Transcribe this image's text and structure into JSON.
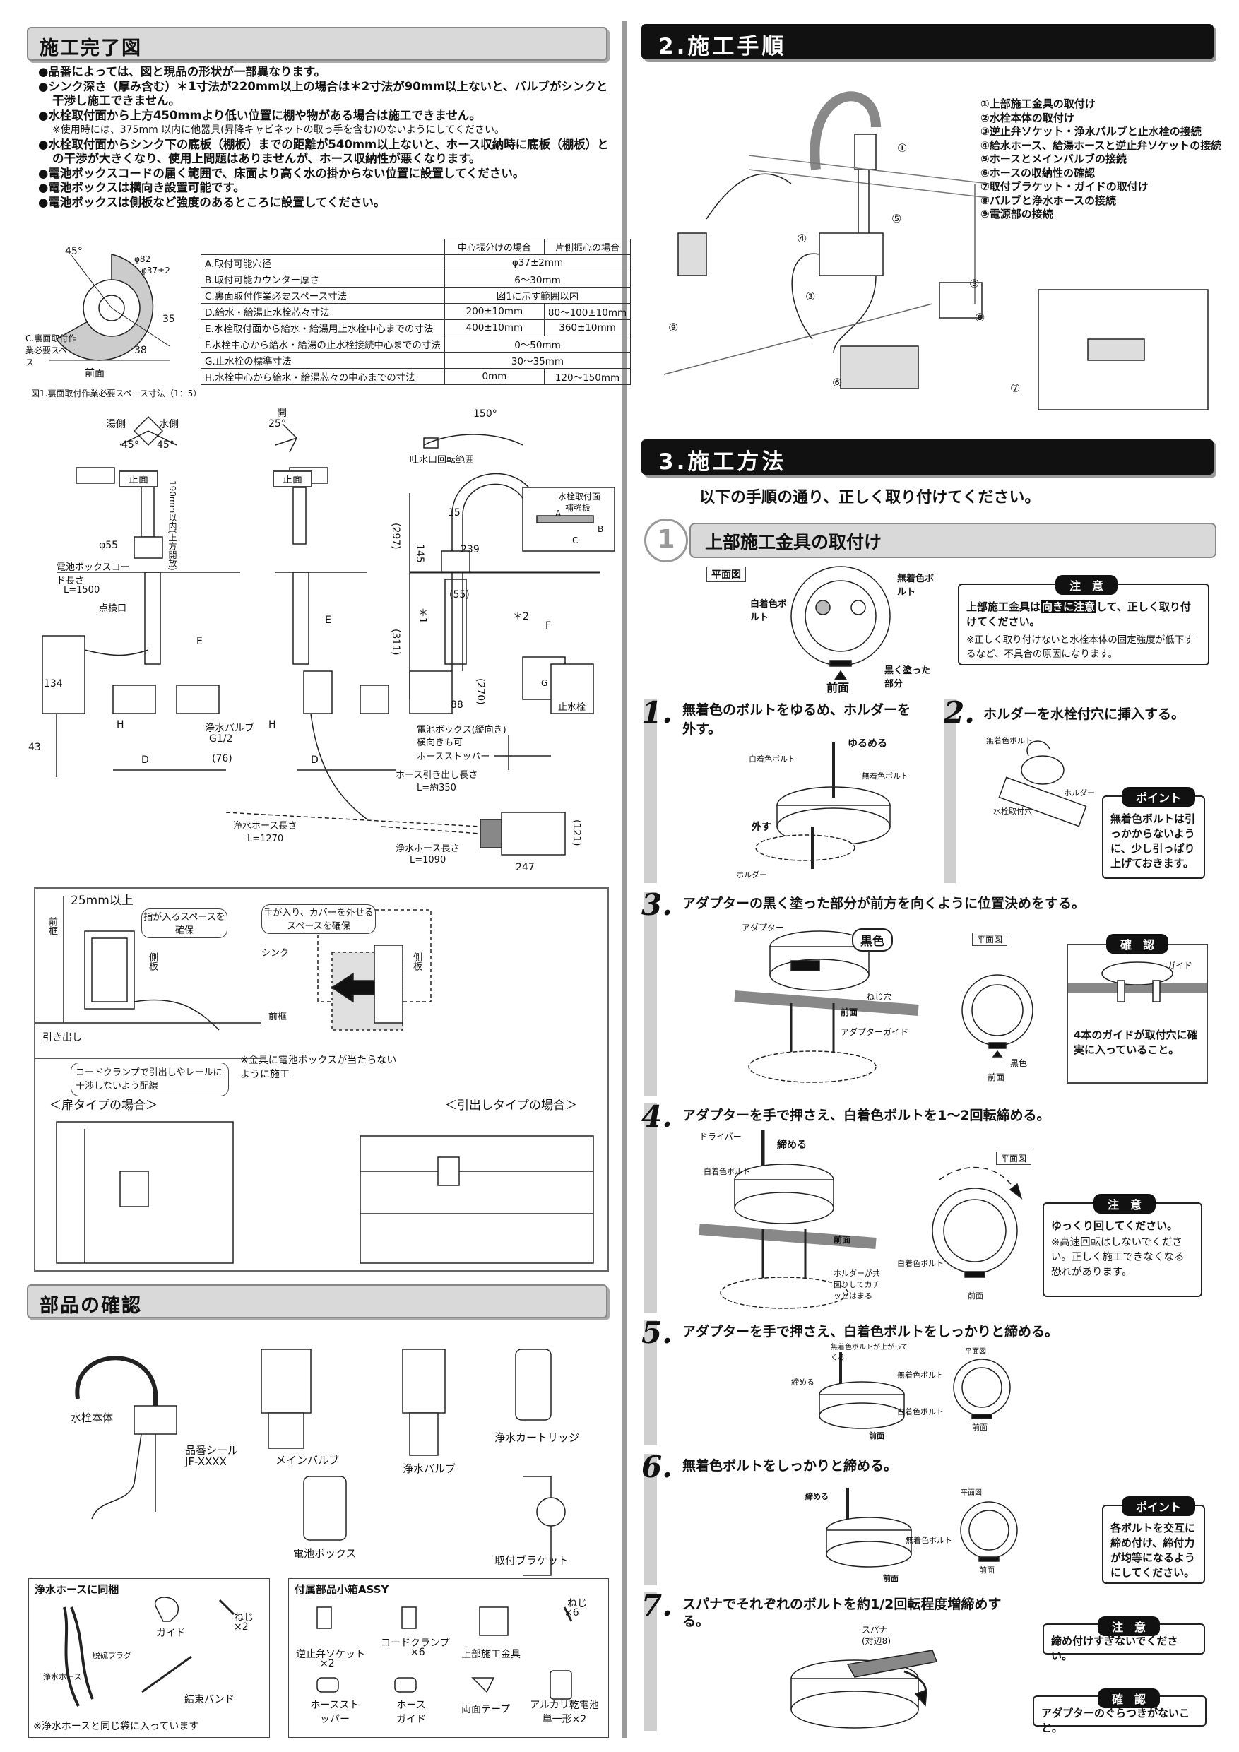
{
  "left": {
    "sec1": {
      "title": "施工完了図",
      "notes": [
        "●品番によっては、図と現品の形状が一部異なります。",
        "●シンク深さ（厚み含む）＊1寸法が220mm以上の場合は＊2寸法が90mm以上ないと、バルブがシンクと干渉し施工できません。",
        "●水栓取付面から上方450mmより低い位置に棚や物がある場合は施工できません。",
        "●水栓取付面からシンク下の底板（棚板）までの距離が540mm以上ないと、ホース収納時に底板（棚板）との干渉が大きくなり、使用上問題はありませんが、ホース収納性が悪くなります。",
        "●電池ボックスコードの届く範囲で、床面より高く水の掛からない位置に設置してください。",
        "●電池ボックスは横向き設置可能です。",
        "●電池ボックスは側板など強度のあるところに設置してください。"
      ],
      "note_sub": "※使用時には、375mm 以内に他器具(昇降キャビネットの取っ手を含む)のないようにしてください。",
      "fig1_labels": {
        "angle": "45°",
        "dia1": "φ82",
        "dia2": "φ37±2",
        "dim35": "35",
        "dim38": "38",
        "space": "C.裏面取付作業必要スペース",
        "front": "前面",
        "caption": "図1.裏面取付作業必要スペース寸法（1：5）"
      },
      "table": {
        "headers": [
          "",
          "中心振分けの場合",
          "片側振心の場合"
        ],
        "rows": [
          [
            "A.取付可能穴径",
            "φ37±2mm",
            ""
          ],
          [
            "B.取付可能カウンター厚さ",
            "6〜30mm",
            ""
          ],
          [
            "C.裏面取付作業必要スペース寸法",
            "図1に示す範囲以内",
            ""
          ],
          [
            "D.給水・給湯止水栓芯々寸法",
            "200±10mm",
            "80〜100±10mm"
          ],
          [
            "E.水栓取付面から給水・給湯用止水栓中心までの寸法",
            "400±10mm",
            "360±10mm"
          ],
          [
            "F.水栓中心から給水・給湯の止水栓接続中心までの寸法",
            "0〜50mm",
            ""
          ],
          [
            "G.止水栓の標準寸法",
            "30〜35mm",
            ""
          ],
          [
            "H.水栓中心から給水・給湯芯々の中心までの寸法",
            "0mm",
            "120〜150mm"
          ]
        ]
      },
      "dims": {
        "yu": "湯側",
        "mizu": "水側",
        "a45l": "45°",
        "a45r": "45°",
        "front1": "正面",
        "front2": "正面",
        "open": "開",
        "a25": "25°",
        "a150": "150°",
        "spout_range": "吐水口回転範囲",
        "phi55": "φ55",
        "cord_label": "電池ボックスコード長さ",
        "cord_len": "L=1500",
        "check_port": "点検口",
        "d134": "134",
        "d43": "43",
        "h": "H",
        "d": "D",
        "above": "190mm以内(上方開放)",
        "e": "E",
        "purifier_valve": "浄水バルブ",
        "g12": "G1/2",
        "d76": "(76)",
        "d297": "(297)",
        "d145": "145",
        "d311": "(311)",
        "star1": "＊1",
        "d239": "239",
        "d55": "(55)",
        "d88": "88",
        "d270": "(270)",
        "star2": "＊2",
        "d15": "15",
        "battery_box": "電池ボックス(縦向き)",
        "battery_sub": "横向きも可",
        "hose_stopper": "ホースストッパー",
        "hose_pull": "ホース引き出し長さ",
        "hose_pull_len": "L=約350",
        "clean_hose1": "浄水ホース長さ",
        "clean_hose1_len": "L=1270",
        "clean_hose2": "浄水ホース長さ",
        "clean_hose2_len": "L=1090",
        "d121": "(121)",
        "d247": "247",
        "mount_plate": "水栓取付面",
        "reinforce": "補強板",
        "stop_valve": "止水栓",
        "a": "A",
        "b": "B",
        "c": "C",
        "f": "F",
        "g": "G"
      },
      "install": {
        "d25": "25mm以上",
        "front_frame": "前框",
        "finger": "指が入るスペースを確保",
        "side_plate": "側板",
        "drawer": "引き出し",
        "cord_clamp": "コードクランプで引出しやレールに干渉しないよう配線",
        "hand_space": "手が入り、カバーを外せるスペースを確保",
        "sink": "シンク",
        "side2": "側板",
        "front2": "前框",
        "metal_note": "※金具に電池ボックスが当たらないように施工",
        "door_type": "＜扉タイプの場合＞",
        "drawer_type": "＜引出しタイプの場合＞"
      }
    },
    "sec2": {
      "title": "部品の確認",
      "faucet": "水栓本体",
      "seal": "品番シール",
      "seal_code": "JF-XXXX",
      "main_valve": "メインバルブ",
      "purifier_valve": "浄水バルブ",
      "cartridge": "浄水カートリッジ",
      "battery_box": "電池ボックス",
      "bracket": "取付ブラケット",
      "hose_box_title": "浄水ホースに同梱",
      "guide": "ガイド",
      "screw": "ねじ",
      "screw_qty": "×2",
      "tie": "結束バンド",
      "clean_hose": "浄水ホース",
      "cap": "脱硫プラグ",
      "hose_note": "※浄水ホースと同じ袋に入っています",
      "acc_title": "付属部品小箱ASSY",
      "check_socket": "逆止弁ソケット",
      "check_qty": "×2",
      "cord_clamp": "コードクランプ",
      "clamp_qty": "×6",
      "upper_fitting": "上部施工金具",
      "screw2": "ねじ",
      "screw2_qty": "×6",
      "hose_stopper": "ホースストッパー",
      "hose_guide": "ホースガイド",
      "tape": "両面テープ",
      "battery": "アルカリ乾電池単一形×2"
    }
  },
  "right": {
    "sec2": {
      "title": "2.施工手順",
      "steps": [
        "①上部施工金具の取付け",
        "②水栓本体の取付け",
        "③逆止弁ソケット・浄水バルブと止水栓の接続",
        "④給水ホース、給湯ホースと逆止弁ソケットの接続",
        "⑤ホースとメインバルブの接続",
        "⑥ホースの収納性の確認",
        "⑦取付ブラケット・ガイドの取付け",
        "⑧バルブと浄水ホースの接続",
        "⑨電源部の接続"
      ],
      "callouts": [
        "①",
        "②",
        "③",
        "③",
        "④",
        "⑤",
        "⑥",
        "⑦",
        "⑧",
        "⑨"
      ]
    },
    "sec3": {
      "title": "3.施工方法",
      "intro": "以下の手順の通り、正しく取り付けてください。",
      "sub_num": "1",
      "sub_title": "上部施工金具の取付け",
      "plan": "平面図",
      "white_bolt": "白着色ボルト",
      "plain_bolt": "無着色ボルト",
      "black_part": "黒く塗った部分",
      "front": "前面",
      "caution1_tag": "注　意",
      "caution1_a": "上部施工金具は",
      "caution1_hl": "向きに注意",
      "caution1_b": "して、正しく取り付けてください。",
      "caution1_sub": "※正しく取り付けないと水栓本体の固定強度が低下するなど、不具合の原因になります。",
      "s1_num": "1.",
      "s1_text": "無着色のボルトをゆるめ、ホルダーを外す。",
      "s1_loosen": "ゆるめる",
      "s1_white": "白着色ボルト",
      "s1_plain": "無着色ボルト",
      "s1_remove": "外す",
      "s1_holder": "ホルダー",
      "s2_num": "2.",
      "s2_text": "ホルダーを水栓付穴に挿入する。",
      "s2_plain": "無着色ボルト",
      "s2_holder": "ホルダー",
      "s2_hole": "水栓取付穴",
      "point1_tag": "ポイント",
      "point1_text": "無着色ボルトは引っかからないように、少し引っぱり上げておきます。",
      "s3_num": "3.",
      "s3_text": "アダプターの黒く塗った部分が前方を向くように位置決めをする。",
      "s3_adapter": "アダプター",
      "s3_black": "黒色",
      "s3_screw": "ねじ穴",
      "s3_front": "前面",
      "s3_guide": "アダプターガイド",
      "s3_plan": "平面図",
      "s3_black2": "黒色",
      "s3_front2": "前面",
      "confirm1_tag": "確　認",
      "confirm1_guide": "ガイド",
      "confirm1_text": "4本のガイドが取付穴に確実に入っていること。",
      "s4_num": "4.",
      "s4_text": "アダプターを手で押さえ、白着色ボルトを1〜2回転締める。",
      "s4_driver": "ドライバー",
      "s4_tighten": "締める",
      "s4_white": "白着色ボルト",
      "s4_front": "前面",
      "s4_holder": "ホルダーが共回りしてカチッとはまる",
      "s4_plan": "平面図",
      "s4_white2": "白着色ボルト",
      "s4_front2": "前面",
      "caution2_tag": "注　意",
      "caution2_text": "ゆっくり回してください。",
      "caution2_sub": "※高速回転はしないでください。正しく施工できなくなる恐れがあります。",
      "s5_num": "5.",
      "s5_text": "アダプターを手で押さえ、白着色ボルトをしっかりと締める。",
      "s5_up": "無着色ボルトが上がってくる",
      "s5_tighten": "締める",
      "s5_plain": "無着色ボルト",
      "s5_white": "白着色ボルト",
      "s5_front": "前面",
      "s5_plan": "平面図",
      "s5_front2": "前面",
      "s6_num": "6.",
      "s6_text": "無着色ボルトをしっかりと締める。",
      "s6_tighten": "締める",
      "s6_plain": "無着色ボルト",
      "s6_front": "前面",
      "s6_plan": "平面図",
      "s6_front2": "前面",
      "point2_tag": "ポイント",
      "point2_text": "各ボルトを交互に締め付け、締付力が均等になるようにしてください。",
      "s7_num": "7.",
      "s7_text1": "スパナでそれぞれのボルトを約1/2回転程度増締めす",
      "s7_text2": "る。",
      "s7_spanner": "スパナ",
      "s7_size": "(対辺8)",
      "caution3_tag": "注　意",
      "caution3_text": "締め付けすぎないでください。",
      "confirm2_tag": "確　認",
      "confirm2_text": "アダプターのぐらつきがないこと。"
    }
  }
}
